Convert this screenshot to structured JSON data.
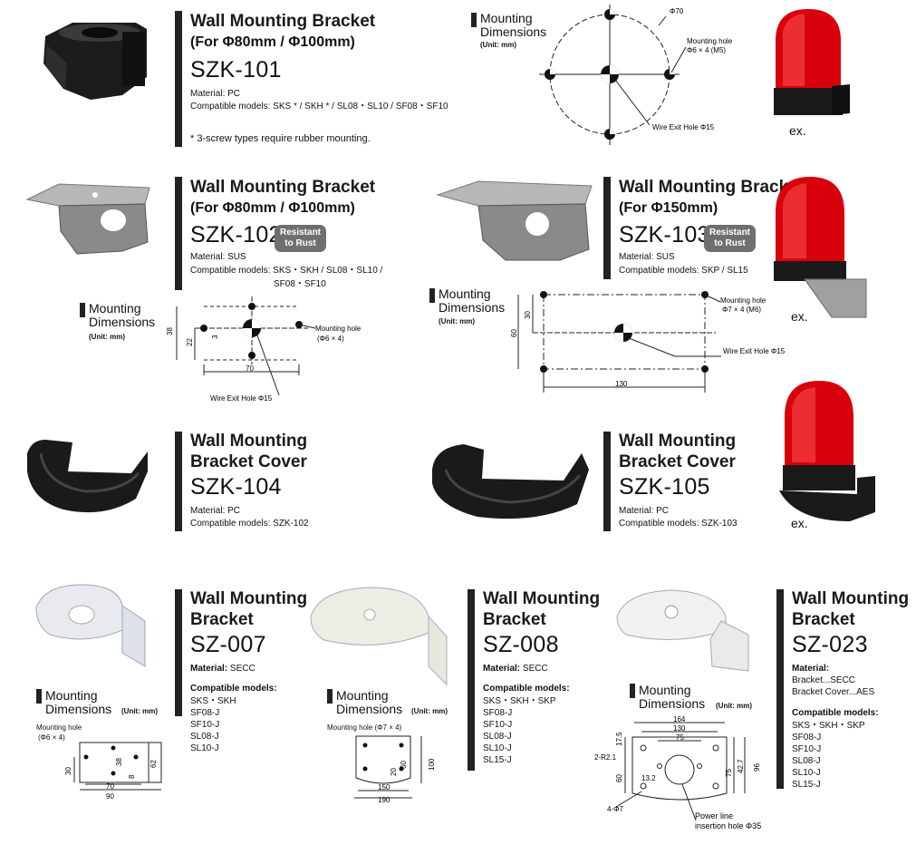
{
  "products": {
    "szk101": {
      "title1": "Wall Mounting Bracket",
      "title2": "(For Φ80mm / Φ100mm)",
      "model": "SZK-101",
      "material": "Material: PC",
      "compatible": "Compatible models: SKS * / SKH * / SL08・SL10 / SF08・SF10",
      "note": "* 3-screw types require rubber mounting."
    },
    "szk102": {
      "title1": "Wall Mounting Bracket",
      "title2": "(For Φ80mm / Φ100mm)",
      "model": "SZK-102",
      "badge1": "Resistant",
      "badge2": "to Rust",
      "material": "Material: SUS",
      "compatible1": "Compatible models: SKS・SKH / SL08・SL10 /",
      "compatible2": "SF08・SF10"
    },
    "szk103": {
      "title1": "Wall Mounting Bracket",
      "title2": "(For Φ150mm)",
      "model": "SZK-103",
      "badge1": "Resistant",
      "badge2": "to Rust",
      "material": "Material: SUS",
      "compatible": "Compatible models: SKP / SL15"
    },
    "szk104": {
      "title1": "Wall Mounting",
      "title2": "Bracket Cover",
      "model": "SZK-104",
      "material": "Material: PC",
      "compatible": "Compatible models: SZK-102"
    },
    "szk105": {
      "title1": "Wall Mounting",
      "title2": "Bracket Cover",
      "model": "SZK-105",
      "material": "Material: PC",
      "compatible": "Compatible models: SZK-103"
    },
    "sz007": {
      "title1": "Wall Mounting",
      "title2": "Bracket",
      "model": "SZ-007",
      "material_label": "Material:",
      "material": "SECC",
      "compat_label": "Compatible models:",
      "models": [
        "SKS・SKH",
        "SF08-J",
        "SF10-J",
        "SL08-J",
        "SL10-J"
      ]
    },
    "sz008": {
      "title1": "Wall Mounting",
      "title2": "Bracket",
      "model": "SZ-008",
      "material_label": "Material:",
      "material": "SECC",
      "compat_label": "Compatible models:",
      "models": [
        "SKS・SKH・SKP",
        "SF08-J",
        "SF10-J",
        "SL08-J",
        "SL10-J",
        "SL15-J"
      ]
    },
    "sz023": {
      "title1": "Wall Mounting",
      "title2": "Bracket",
      "model": "SZ-023",
      "material_label": "Material:",
      "material1": "Bracket...SECC",
      "material2": "Bracket Cover...AES",
      "compat_label": "Compatible models:",
      "models": [
        "SKS・SKH・SKP",
        "SF08-J",
        "SF10-J",
        "SL08-J",
        "SL10-J",
        "SL15-J"
      ]
    }
  },
  "dimensions": {
    "title1": "Mounting",
    "title2": "Dimensions",
    "unit": "(Unit: mm)",
    "d101": {
      "phi70": "Φ70",
      "mounting_hole": "Mounting hole",
      "mh_size": "Φ6 × 4 (M5)",
      "wire": "Wire Exit Hole Φ15"
    },
    "d102": {
      "mounting_hole": "Mounting hole",
      "mh_size": "(Φ6 × 4)",
      "wire": "Wire Exit Hole Φ15",
      "d38": "38",
      "d22": "22",
      "d3": "3",
      "d70": "70"
    },
    "d103": {
      "mounting_hole": "Mounting hole",
      "mh_size": "Φ7 × 4 (M6)",
      "wire": "Wire Exit Hole Φ15",
      "d30": "30",
      "d60": "60",
      "d130": "130"
    },
    "d007": {
      "mounting_hole": "Mounting hole",
      "mh_size": "(Φ6 × 4)",
      "d30": "30",
      "d38": "38",
      "d8": "8",
      "d62": "62",
      "d70": "70",
      "d90": "90"
    },
    "d008": {
      "mounting_hole": "Mounting hole (Φ7 × 4)",
      "d20": "20",
      "d60": "60",
      "d100": "100",
      "d150": "150",
      "d190": "190"
    },
    "d023": {
      "d164": "164",
      "d130": "130",
      "d75": "75",
      "d175": "17.5",
      "d60": "60",
      "d132": "13.2",
      "r": "2-R2.1",
      "d427": "42.7",
      "d75v": "75",
      "d96": "96",
      "holes": "4-Φ7",
      "power1": "Power line",
      "power2": "insertion hole Φ35"
    }
  },
  "ex": "ex."
}
